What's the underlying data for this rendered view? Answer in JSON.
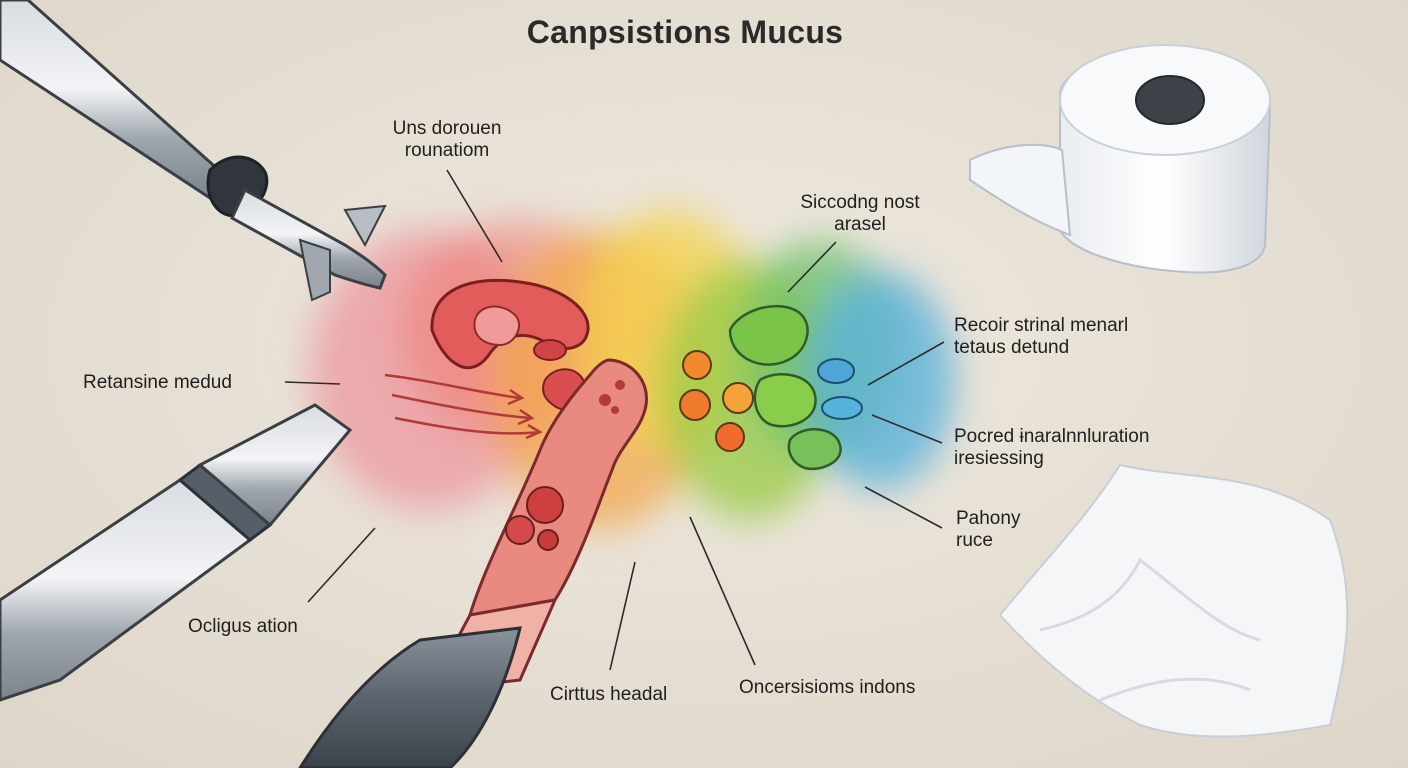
{
  "title": "Canpsistions Mucus",
  "labels": {
    "top_center": [
      "Uns dorouen",
      "rounatiom"
    ],
    "left_middle": [
      "Retansine medud"
    ],
    "bottom_left": [
      "Ocligus ation"
    ],
    "bottom_center_left": [
      "Cirttus headal"
    ],
    "bottom_center_right": [
      "Oncersisioms indons"
    ],
    "upper_right": [
      "Siccodng nost",
      "arasel"
    ],
    "right_upper": [
      "Recoir strinal menarl",
      "tetaus detund"
    ],
    "right_middle": [
      "Pocred ɨnaralnnluration",
      "iresiessing"
    ],
    "right_lower": [
      "Pahony",
      "ruce"
    ]
  },
  "colors": {
    "background": "#e6e0d5",
    "mucus_red": "#e25c5c",
    "mucus_orange": "#f1a13a",
    "mucus_yellow": "#f4d84a",
    "mucus_green": "#7cc04a",
    "mucus_blue": "#5ab1d9",
    "tool_metal": "#9ea4ab",
    "tissue_white": "#f5f6f7",
    "text": "#1f1f1f"
  },
  "icons": {
    "nasal_dropper": "nasal-dropper-icon",
    "nasal_aspirator": "nasal-aspirator-icon",
    "swab_tube": "swab-tube-icon",
    "toilet_paper_roll": "toilet-paper-roll-icon",
    "tissue": "tissue-icon"
  }
}
